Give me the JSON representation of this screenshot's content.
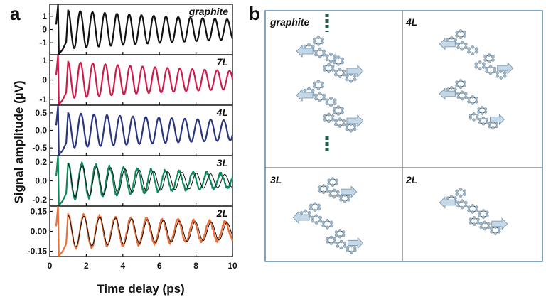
{
  "figure": {
    "panel_a_label": "a",
    "panel_b_label": "b"
  },
  "chart_data": {
    "type": "line",
    "xlabel": "Time delay (ps)",
    "ylabel": "Signal amplitude (µV)",
    "xlim": [
      0,
      10
    ],
    "x_ticks": [
      0,
      2,
      4,
      6,
      8,
      10
    ],
    "panels": [
      {
        "label": "graphite",
        "color": "#111111",
        "ylim": [
          -1.9,
          1.9
        ],
        "y_ticks": [
          "1",
          "0",
          "-1"
        ],
        "y_tick_values": [
          1,
          0,
          -1
        ],
        "series": [
          {
            "kind": "measured",
            "start": 1.0,
            "amplitude": 1.45,
            "period": 0.67,
            "decay": 14.0
          }
        ]
      },
      {
        "label": "7L",
        "color": "#d01a4a",
        "ylim": [
          -1.3,
          1.3
        ],
        "y_ticks": [
          "1",
          "0",
          "-1"
        ],
        "y_tick_values": [
          1,
          0,
          -1
        ],
        "series": [
          {
            "kind": "measured",
            "start": 1.0,
            "amplitude": 0.95,
            "period": 0.68,
            "decay": 13.0
          }
        ]
      },
      {
        "label": "4L",
        "color": "#2a3580",
        "ylim": [
          -0.72,
          0.72
        ],
        "y_ticks": [
          "0.5",
          "0.0",
          "-0.5"
        ],
        "y_tick_values": [
          0.5,
          0.0,
          -0.5
        ],
        "series": [
          {
            "kind": "measured",
            "start": 1.0,
            "amplitude": 0.5,
            "period": 0.71,
            "decay": 16.0
          }
        ]
      },
      {
        "label": "3L",
        "color": "#0f8a5a",
        "ylim": [
          -0.27,
          0.27
        ],
        "y_ticks": [
          "0.2",
          "0.0",
          "-0.2"
        ],
        "y_tick_values": [
          0.2,
          0.0,
          -0.2
        ],
        "series": [
          {
            "kind": "measured",
            "start": 1.0,
            "amplitude": 0.2,
            "period": 0.76,
            "decay": 9.0,
            "noise": 0.03
          },
          {
            "kind": "fit",
            "start": 1.0,
            "amplitude": 0.18,
            "period": 0.78,
            "decay": 9.0
          }
        ]
      },
      {
        "label": "2L",
        "color": "#e8703a",
        "ylim": [
          -0.19,
          0.19
        ],
        "y_ticks": [
          "0.15",
          "0.00",
          "-0.15"
        ],
        "y_tick_values": [
          0.15,
          0.0,
          -0.15
        ],
        "series": [
          {
            "kind": "measured",
            "start": 1.0,
            "amplitude": 0.13,
            "period": 0.86,
            "decay": 14.0,
            "noise": 0.025
          },
          {
            "kind": "fit",
            "start": 1.0,
            "amplitude": 0.12,
            "period": 0.87,
            "decay": 14.0
          }
        ]
      }
    ]
  },
  "schematic": {
    "cells": [
      {
        "label": "graphite"
      },
      {
        "label": "4L"
      },
      {
        "label": "3L"
      },
      {
        "label": "2L"
      }
    ],
    "colors": {
      "border": "#4a7fa5",
      "arrow": "#c4d8e8",
      "arrow_stroke": "#6f8ea6",
      "atom": "#9fb6c8",
      "bond": "#444444",
      "dash": "#1f5a4a"
    }
  }
}
